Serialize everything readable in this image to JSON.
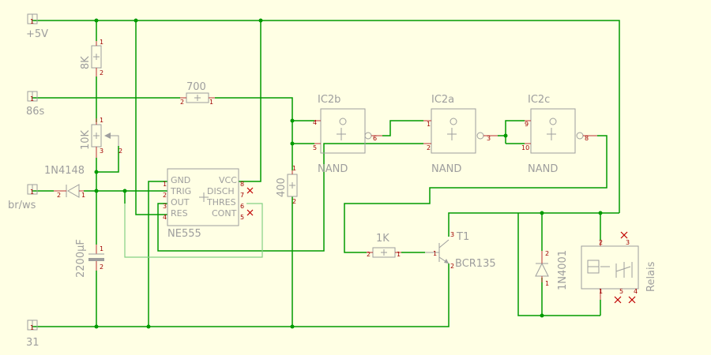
{
  "title": "",
  "supply": {
    "plus5v": "+5V",
    "s86": "86s",
    "brws": "br/ws",
    "s31": "31"
  },
  "components": {
    "r_top": "8K",
    "r_pot": "10K",
    "diode1": "1N4148",
    "cap": "2200µF",
    "r_700": "700",
    "r_400": "400",
    "r_1k": "1K",
    "ne555": "NE555",
    "ne555_pins": [
      "GND",
      "TRIG",
      "OUT",
      "RES",
      "VCC",
      "DISCH",
      "THRES",
      "CONT"
    ],
    "ic2b": "IC2b",
    "ic2a": "IC2a",
    "ic2c": "IC2c",
    "nand": "NAND",
    "transistor_name": "T1",
    "transistor_type": "BCR135",
    "diode2": "1N4001",
    "relay": "Relais"
  },
  "pins": {
    "p1": "1",
    "p2": "2",
    "p3": "3",
    "p4": "4",
    "p5": "5",
    "p6": "6",
    "p7": "7",
    "p8": "8",
    "p9": "9",
    "p10": "10"
  }
}
